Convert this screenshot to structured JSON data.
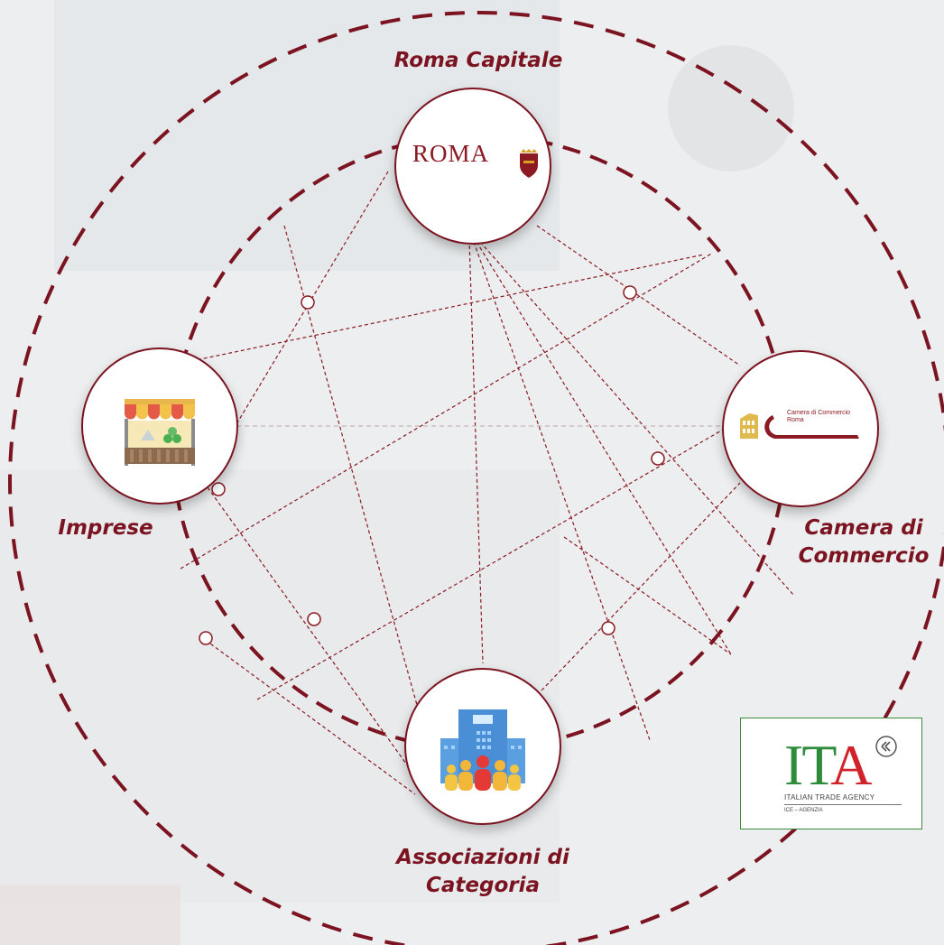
{
  "nodes": {
    "roma": {
      "label": "Roma Capitale",
      "logo_text": "ROMA"
    },
    "imprese": {
      "label": "Imprese"
    },
    "camera": {
      "label_line1": "Camera di",
      "label_line2": "Commercio",
      "logo_text_line1": "Camera di Commercio",
      "logo_text_line2": "Roma"
    },
    "associazioni": {
      "label_line1": "Associazioni di",
      "label_line2": "Categoria"
    }
  },
  "ita_logo": {
    "mark_i": "I",
    "mark_t": "T",
    "mark_a": "A",
    "name": "ITALIAN TRADE AGENCY",
    "subname": "ICE – AGENZIA"
  },
  "colors": {
    "accent": "#7b1420",
    "dashed_line": "#8b1a22",
    "ita_green": "#2e8b3a",
    "ita_red": "#d1222a"
  },
  "icons": {
    "roma": "shield-crest-icon",
    "imprese": "market-stall-icon",
    "camera": "colosseum-icon",
    "associazioni": "office-building-people-icon"
  }
}
